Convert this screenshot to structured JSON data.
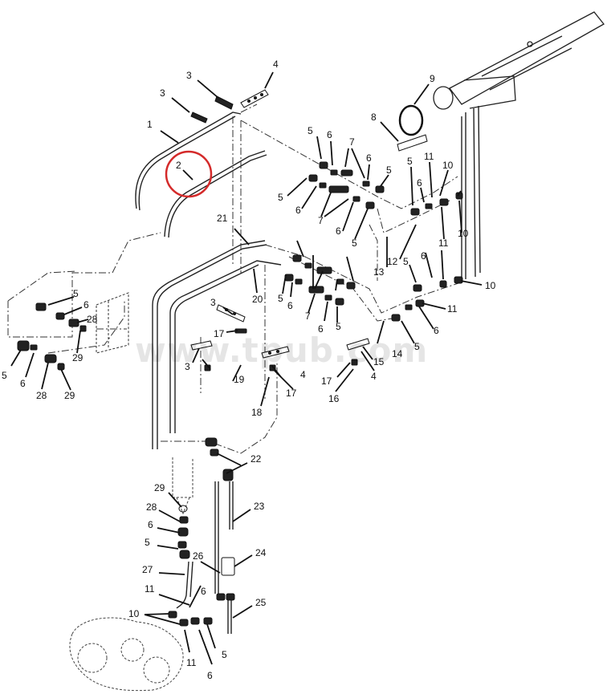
{
  "watermark": "www.tpub.com",
  "highlight_color": "#d42a2a",
  "callouts": {
    "c1": "1",
    "c2": "2",
    "c3a": "3",
    "c3b": "3",
    "c4a": "4",
    "c9": "9",
    "c8": "8",
    "c5a": "5",
    "c6a": "6",
    "c7a": "7",
    "c6b": "6",
    "c5b": "5",
    "c5c": "5",
    "c6c": "6",
    "c7b": "7",
    "c6d": "6",
    "c5d": "5",
    "c11a": "11",
    "c10a": "10",
    "c5e": "5",
    "c6e": "6",
    "c11b": "11",
    "c10b": "10",
    "c12": "12",
    "c13": "13",
    "c5f": "5",
    "c6f": "6",
    "c10c": "10",
    "c11c": "11",
    "c21": "21",
    "c20": "20",
    "c5g": "5",
    "c6g": "6",
    "c7c": "7",
    "c6h": "6",
    "c5h": "5",
    "c14": "14",
    "c5i": "5",
    "c6i": "6",
    "c15": "15",
    "c4b": "4",
    "c17a": "17",
    "c16": "16",
    "c3c": "3",
    "c17b": "17",
    "c3d": "3",
    "c19": "19",
    "c4c": "4",
    "c17c": "17",
    "c18": "18",
    "c5j": "5",
    "c6j": "6",
    "c28a": "28",
    "c29a": "29",
    "c5k": "5",
    "c6k": "6",
    "c28b": "28",
    "c29b": "29",
    "c22": "22",
    "c23": "23",
    "c29c": "29",
    "c28c": "28",
    "c6l": "6",
    "c5l": "5",
    "c24": "24",
    "c26": "26",
    "c27": "27",
    "c11d": "11",
    "c6m": "6",
    "c10d": "10",
    "c25": "25",
    "c11e": "11",
    "c5m": "5",
    "c6n": "6"
  }
}
